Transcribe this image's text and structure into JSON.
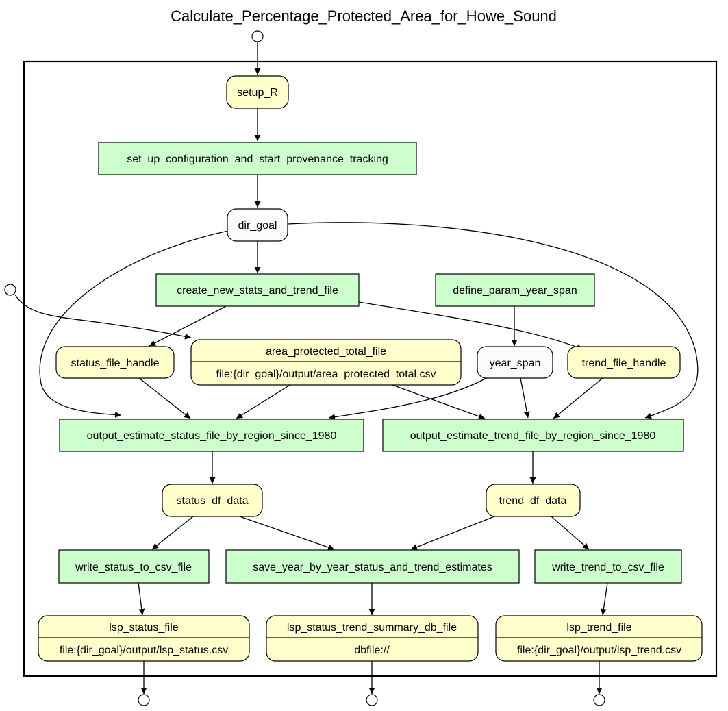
{
  "title": "Calculate_Percentage_Protected_Area_for_Howe_Sound",
  "nodes": {
    "setup_R": "setup_R",
    "set_up_configuration": "set_up_configuration_and_start_provenance_tracking",
    "dir_goal": "dir_goal",
    "create_new_stats": "create_new_stats_and_trend_file",
    "define_param": "define_param_year_span",
    "status_file_handle": "status_file_handle",
    "area_protected_total_file": "area_protected_total_file",
    "area_protected_total_uri": "file:{dir_goal}/output/area_protected_total.csv",
    "year_span": "year_span",
    "trend_file_handle": "trend_file_handle",
    "output_status": "output_estimate_status_file_by_region_since_1980",
    "output_trend": "output_estimate_trend_file_by_region_since_1980",
    "status_df_data": "status_df_data",
    "trend_df_data": "trend_df_data",
    "write_status": "write_status_to_csv_file",
    "save_year": "save_year_by_year_status_and_trend_estimates",
    "write_trend": "write_trend_to_csv_file",
    "lsp_status_file": "lsp_status_file",
    "lsp_status_uri": "file:{dir_goal}/output/lsp_status.csv",
    "lsp_summary_db": "lsp_status_trend_summary_db_file",
    "lsp_summary_uri": "dbfile://",
    "lsp_trend_file": "lsp_trend_file",
    "lsp_trend_uri": "file:{dir_goal}/output/lsp_trend.csv"
  },
  "colors": {
    "program_fill": "#ccffcc",
    "data_fill": "#ffffcc",
    "param_fill": "#fcfcfc",
    "stroke": "#000000"
  }
}
